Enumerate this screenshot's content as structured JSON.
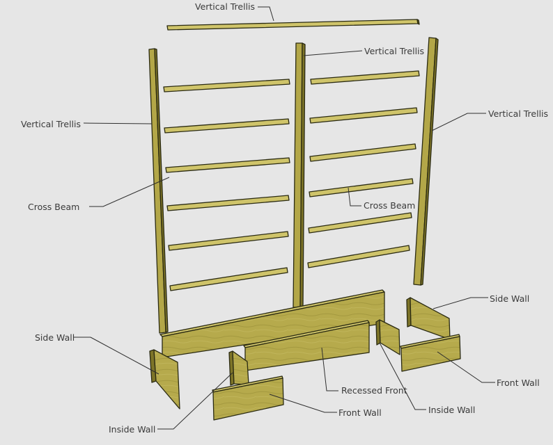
{
  "colors": {
    "background": "#e6e6e6",
    "wood_face": "#b3a748",
    "wood_top": "#cfc46a",
    "wood_side": "#7d7428",
    "outline": "#2a2a12",
    "label_text": "#3a3a3a"
  },
  "labels": {
    "vertical_trellis_top": "Vertical Trellis",
    "vertical_trellis_center": "Vertical Trellis",
    "vertical_trellis_left": "Vertical Trellis",
    "vertical_trellis_right": "Vertical Trellis",
    "cross_beam_left": "Cross Beam",
    "cross_beam_right": "Cross Beam",
    "side_wall_left": "Side Wall",
    "side_wall_right": "Side Wall",
    "inside_wall_left": "Inside Wall",
    "inside_wall_right": "Inside Wall",
    "front_wall_left": "Front Wall",
    "front_wall_right": "Front Wall",
    "recessed_front": "Recessed Front"
  }
}
